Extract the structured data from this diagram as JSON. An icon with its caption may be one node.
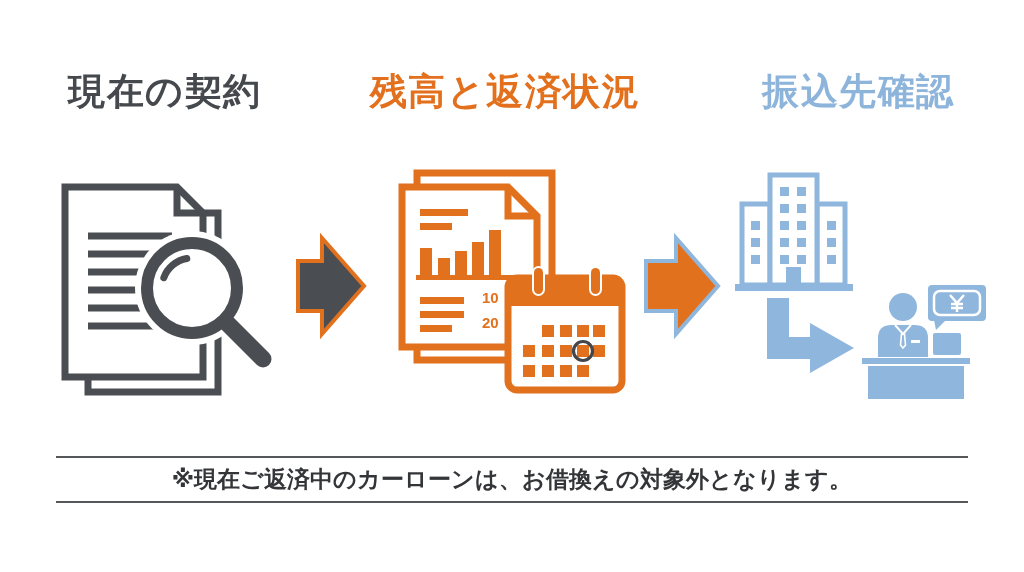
{
  "diagram": {
    "nodes": [
      {
        "text": [
          "現在の契約"
        ]
      },
      {
        "text": [
          "残高と返済状況"
        ]
      },
      {
        "text": [
          "振込先確認"
        ]
      },
      {
        "text": [],
        "shape": "picture",
        "in": 2
      },
      {
        "text": [],
        "shape": "picture",
        "in": 2
      }
    ],
    "edges": [
      {
        "from": 0,
        "to": 1,
        "arrow": "to",
        "color": "#4a4e53"
      },
      {
        "from": 1,
        "to": 2,
        "arrow": "to",
        "color": "#e2711d"
      },
      {
        "from": 3,
        "to": 4,
        "arrow": "to",
        "color": "#8fb6dc"
      }
    ],
    "labels": [
      "10",
      "20",
      "※現在ご返済中のカーローンは、お借換えの対象外となります。"
    ]
  }
}
